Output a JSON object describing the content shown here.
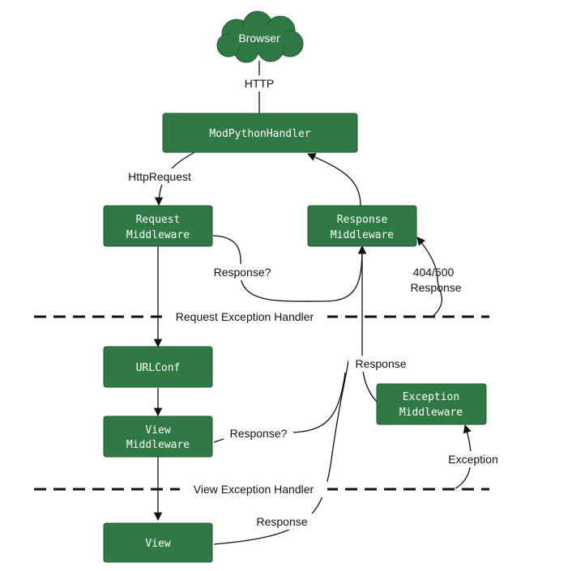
{
  "browser": {
    "label": "Browser"
  },
  "nodes": {
    "modpython": {
      "lines": [
        "ModPythonHandler"
      ]
    },
    "request_middleware": {
      "lines": [
        "Request",
        "Middleware"
      ]
    },
    "response_middleware": {
      "lines": [
        "Response",
        "Middleware"
      ]
    },
    "urlconf": {
      "lines": [
        "URLConf"
      ]
    },
    "view_middleware": {
      "lines": [
        "View",
        "Middleware"
      ]
    },
    "exception_middleware": {
      "lines": [
        "Exception",
        "Middleware"
      ]
    },
    "view": {
      "lines": [
        "View"
      ]
    }
  },
  "edge_labels": {
    "http": "HTTP",
    "http_request": "HttpRequest",
    "response_q_request": "Response?",
    "status_404_500": "404/500",
    "status_response": "Response",
    "response_mid": "Response",
    "response_q_view": "Response?",
    "exception": "Exception",
    "response_view": "Response"
  },
  "boundaries": {
    "request_exception": "Request Exception Handler",
    "view_exception": "View Exception Handler"
  },
  "colors": {
    "node_fill": "#2f7a44",
    "node_stroke": "#1d5530",
    "text_on_node": "#ffffff",
    "edge": "#111111"
  }
}
